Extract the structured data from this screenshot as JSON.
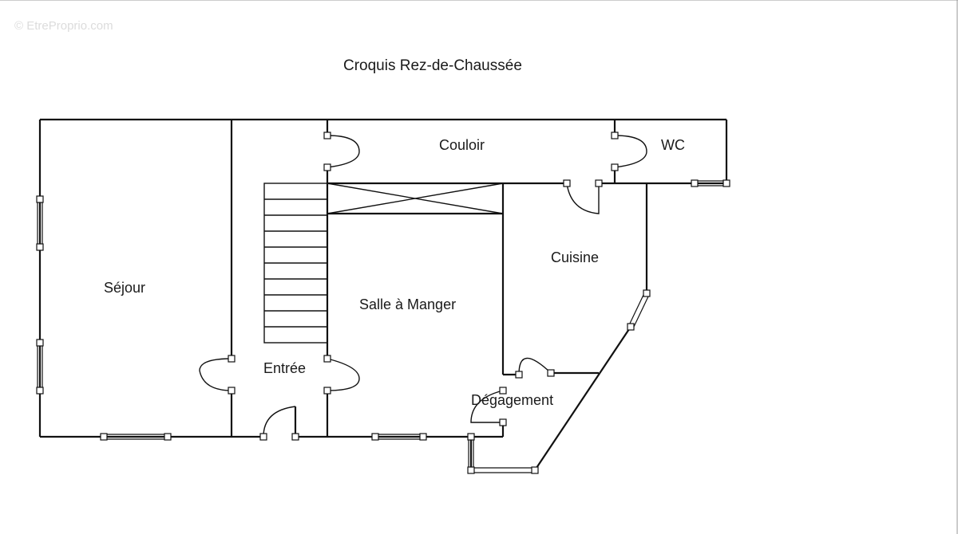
{
  "watermark": "© EtreProprio.com",
  "title": "Croquis Rez-de-Chaussée",
  "rooms": {
    "sejour": "Séjour",
    "couloir": "Couloir",
    "wc": "WC",
    "cuisine": "Cuisine",
    "salle_a_manger": "Salle à Manger",
    "entree": "Entrée",
    "degagement": "Dégagement"
  },
  "colors": {
    "wall": "#111111",
    "background": "#ffffff"
  }
}
